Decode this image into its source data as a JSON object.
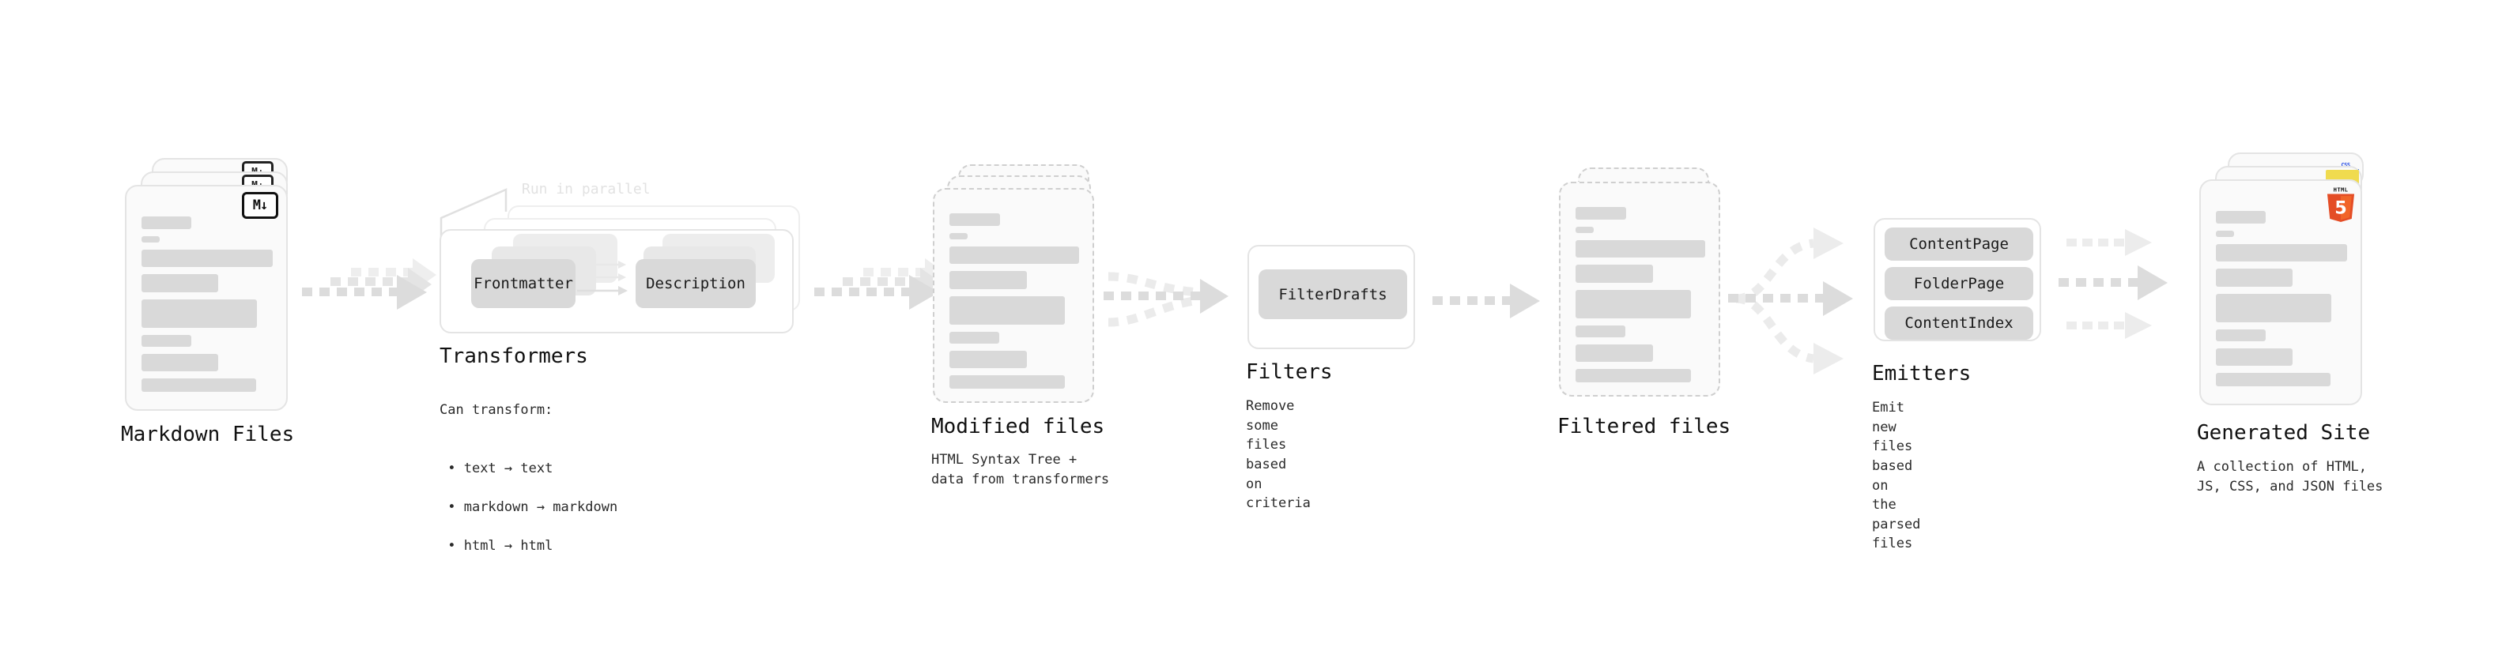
{
  "diagram": {
    "type": "pipeline-flow",
    "orientation": "horizontal",
    "background_color": "#ffffff",
    "accent_colors": {
      "card_fill": "#fafafa",
      "card_border": "#e4e4e4",
      "skeleton_bar": "#d9d9d9",
      "chip_fill": "#d9d9d9",
      "arrow": "#d8d8d8",
      "dashed_border": "#cfcfcf",
      "muted_label": "#e2e2e2",
      "html5_orange": "#e44d26",
      "js_yellow": "#F0DB4F",
      "css_blue": "#264de4"
    }
  },
  "stages": [
    {
      "id": "markdown-files",
      "title": "Markdown Files",
      "caption": "",
      "kind": "document-stack",
      "badge": "markdown-badge",
      "badge_text": "M↓",
      "stack_count": 3,
      "border_style": "solid"
    },
    {
      "id": "transformers",
      "title": "Transformers",
      "caption": "Can transform:",
      "kind": "group-box",
      "annotation": "Run in parallel",
      "stack_count": 3,
      "chips": [
        "Frontmatter",
        "Description"
      ],
      "bullets": [
        "text  →  text",
        "markdown  →  markdown",
        "html  →  html"
      ]
    },
    {
      "id": "modified-files",
      "title": "Modified files",
      "caption": "HTML Syntax Tree +\ndata from transformers",
      "kind": "document-stack",
      "stack_count": 3,
      "border_style": "dashed"
    },
    {
      "id": "filters",
      "title": "Filters",
      "caption": "Remove some files based\non criteria",
      "kind": "group-box",
      "chips": [
        "FilterDrafts"
      ]
    },
    {
      "id": "filtered-files",
      "title": "Filtered files",
      "caption": "",
      "kind": "document-stack",
      "stack_count": 2,
      "border_style": "dashed"
    },
    {
      "id": "emitters",
      "title": "Emitters",
      "caption": "Emit new files based on\nthe parsed files",
      "kind": "group-box",
      "chips": [
        "ContentPage",
        "FolderPage",
        "ContentIndex"
      ]
    },
    {
      "id": "generated-site",
      "title": "Generated Site",
      "caption": "A collection of HTML,\nJS, CSS, and JSON files",
      "kind": "document-stack",
      "stack_count": 3,
      "border_style": "solid",
      "badges": [
        "html5-badge",
        "js-badge",
        "css-badge"
      ],
      "badge_labels": {
        "html5": "HTML",
        "html5_num": "5",
        "css": "CSS"
      }
    }
  ],
  "connectors": [
    {
      "id": "c1",
      "from": "markdown-files",
      "to": "transformers",
      "style": "dashed-stacked",
      "branches": 3
    },
    {
      "id": "c2",
      "from": "transformers",
      "to": "modified-files",
      "style": "dashed-stacked",
      "branches": 3
    },
    {
      "id": "c3",
      "from": "modified-files",
      "to": "filters",
      "style": "dashed-merge",
      "branches": 3
    },
    {
      "id": "c4",
      "from": "filters",
      "to": "filtered-files",
      "style": "dashed-single",
      "branches": 1
    },
    {
      "id": "c5",
      "from": "filtered-files",
      "to": "emitters",
      "style": "dashed-fanout",
      "branches": 3
    },
    {
      "id": "c6",
      "from": "emitters",
      "to": "generated-site",
      "style": "dashed-fanout",
      "branches": 3
    }
  ]
}
